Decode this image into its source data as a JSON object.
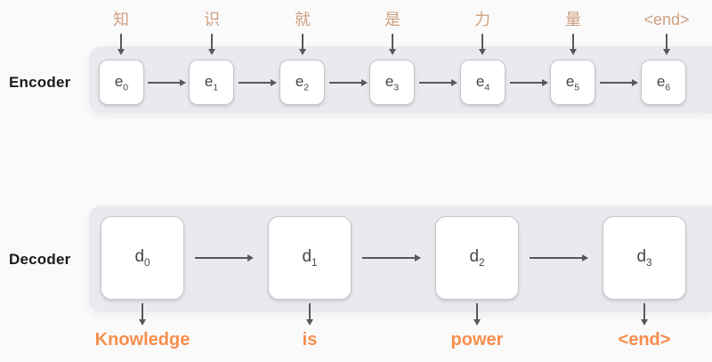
{
  "colors": {
    "input_token": "#cda080",
    "output_token": "#f78e4d",
    "track": "#e9e9ee",
    "box_bg": "#ffffff",
    "box_border": "#c5c5ca",
    "unit_text": "#47474b",
    "arrow": "#58585c",
    "section_label": "#1b1b1d",
    "background": "#fbfafb"
  },
  "sections": {
    "encoder": {
      "label": "Encoder",
      "inputs": [
        "知",
        "识",
        "就",
        "是",
        "力",
        "量",
        "<end>"
      ],
      "units": [
        {
          "base": "e",
          "sub": "0"
        },
        {
          "base": "e",
          "sub": "1"
        },
        {
          "base": "e",
          "sub": "2"
        },
        {
          "base": "e",
          "sub": "3"
        },
        {
          "base": "e",
          "sub": "4"
        },
        {
          "base": "e",
          "sub": "5"
        },
        {
          "base": "e",
          "sub": "6"
        }
      ]
    },
    "decoder": {
      "label": "Decoder",
      "units": [
        {
          "base": "d",
          "sub": "0"
        },
        {
          "base": "d",
          "sub": "1"
        },
        {
          "base": "d",
          "sub": "2"
        },
        {
          "base": "d",
          "sub": "3"
        }
      ],
      "outputs": [
        "Knowledge",
        "is",
        "power",
        "<end>"
      ]
    }
  }
}
